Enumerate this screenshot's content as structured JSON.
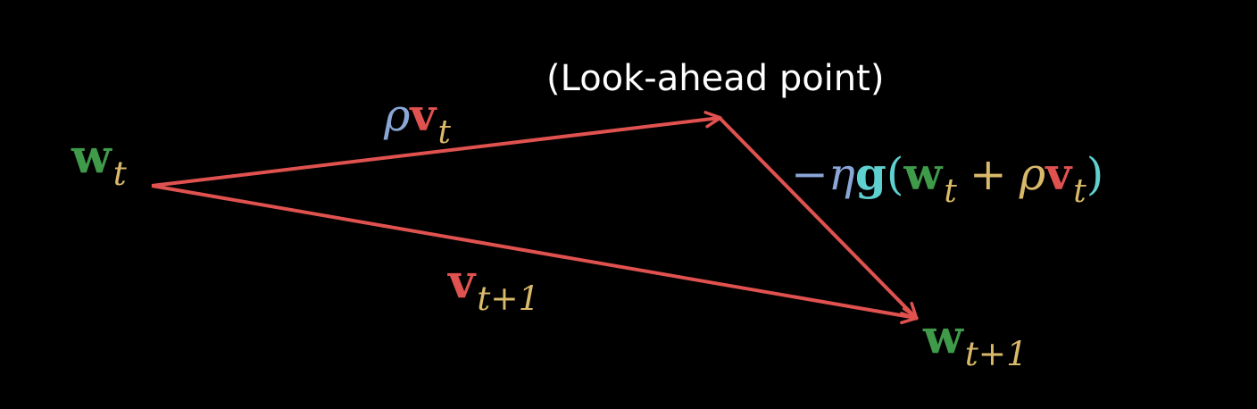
{
  "diagram": {
    "caption": "(Look-ahead point)",
    "w_t": {
      "base": "w",
      "sub": "t"
    },
    "rho_v_t": {
      "rho": "ρ",
      "base": "v",
      "sub": "t"
    },
    "v_t1": {
      "base": "v",
      "sub": "t+1"
    },
    "w_t1": {
      "base": "w",
      "sub": "t+1"
    },
    "correction": {
      "minus": "−",
      "eta": "η",
      "g": "g",
      "open": "(",
      "w": "w",
      "w_sub": "t",
      "plus": "+",
      "rho": "ρ",
      "v": "v",
      "v_sub": "t",
      "close": ")"
    }
  },
  "colors": {
    "background": "#000000",
    "arrow": "#e0524f",
    "w": "#3f9a4a",
    "subscript": "#d9b96a",
    "rho_eta": "#8aa6d6",
    "v": "#e0524f",
    "g": "#5fd0d0",
    "caption": "#ffffff"
  }
}
